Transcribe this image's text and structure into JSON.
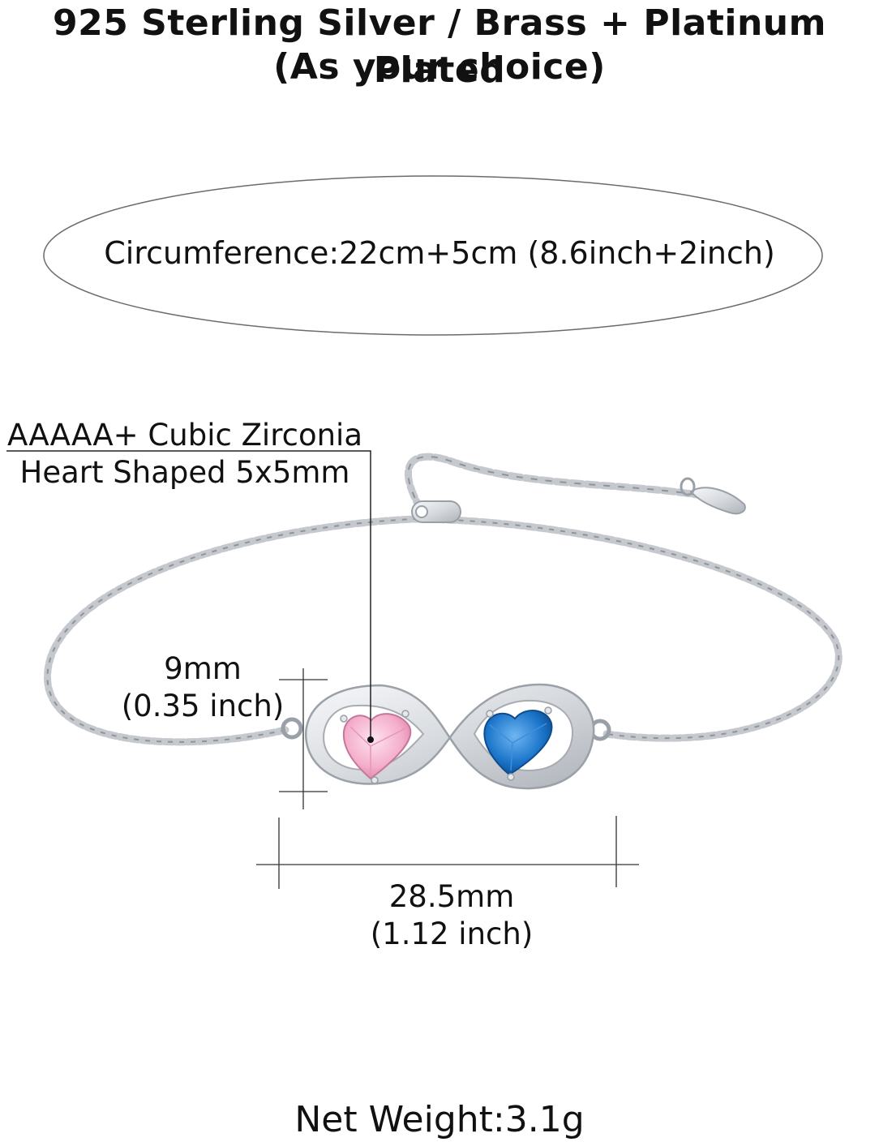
{
  "header": {
    "line1": "925 Sterling Silver / Brass + Platinum Plated",
    "line2": "(As your choice)"
  },
  "circumference": {
    "label": "Circumference:22cm+5cm (8.6inch+2inch)"
  },
  "stone": {
    "line1": "AAAAA+ Cubic Zirconia",
    "line2": "Heart Shaped 5x5mm",
    "left_color": "#f4aecb",
    "right_color": "#1b74c9"
  },
  "height_dim": {
    "value": "9mm",
    "imperial": "(0.35 inch)"
  },
  "width_dim": {
    "value": "28.5mm",
    "imperial": "(1.12 inch)"
  },
  "footer": {
    "weight": "Net Weight:3.1g"
  },
  "colors": {
    "silver": "#c9ccd1",
    "line": "#333333"
  }
}
